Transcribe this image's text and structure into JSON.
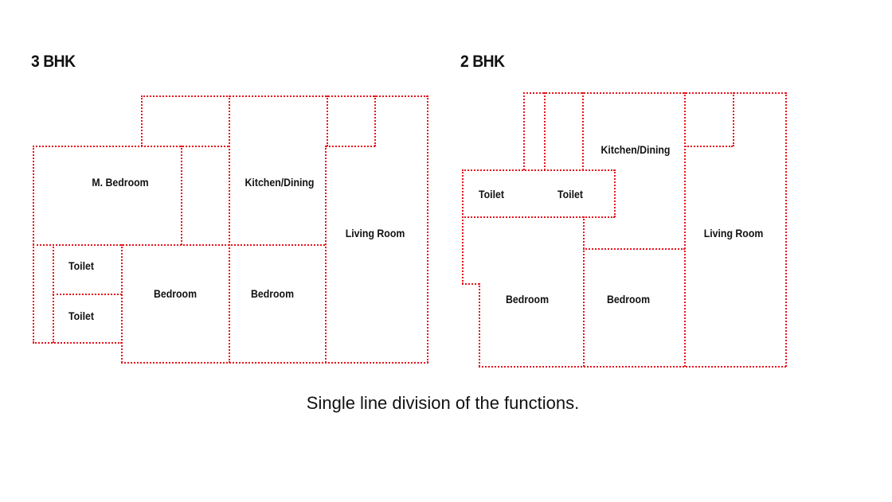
{
  "plans": {
    "three_bhk": {
      "title": "3 BHK",
      "rooms": {
        "master_bedroom": "M. Bedroom",
        "kitchen_dining": "Kitchen/Dining",
        "living_room": "Living Room",
        "toilet_1": "Toilet",
        "toilet_2": "Toilet",
        "bedroom_1": "Bedroom",
        "bedroom_2": "Bedroom"
      }
    },
    "two_bhk": {
      "title": "2 BHK",
      "rooms": {
        "kitchen_dining": "Kitchen/Dining",
        "living_room": "Living Room",
        "toilet_1": "Toilet",
        "toilet_2": "Toilet",
        "bedroom_1": "Bedroom",
        "bedroom_2": "Bedroom"
      }
    }
  },
  "caption": "Single line division of the functions.",
  "colors": {
    "partition_line": "#e8141b",
    "text": "#111111"
  }
}
